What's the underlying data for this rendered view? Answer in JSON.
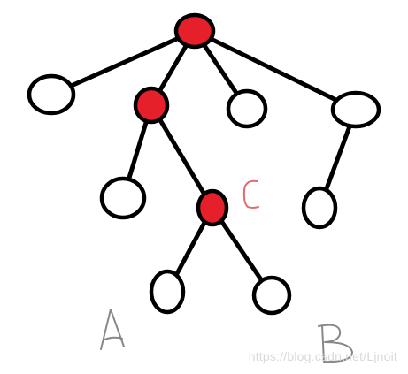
{
  "diagram": {
    "colors": {
      "edge": "#000000",
      "highlight_fill": "#e5202a",
      "plain_fill": "#ffffff",
      "label_c": "#e46a6a",
      "label_ab": "#888888"
    },
    "nodes": [
      {
        "id": "root",
        "highlighted": true
      },
      {
        "id": "left",
        "highlighted": false
      },
      {
        "id": "mid",
        "highlighted": true
      },
      {
        "id": "mid-right",
        "highlighted": false
      },
      {
        "id": "right",
        "highlighted": false
      },
      {
        "id": "mid-left-child",
        "highlighted": false
      },
      {
        "id": "c-node",
        "highlighted": true
      },
      {
        "id": "right-child",
        "highlighted": false
      },
      {
        "id": "c-left-child",
        "highlighted": false
      },
      {
        "id": "c-right-child",
        "highlighted": false
      }
    ],
    "edges": [
      [
        "root",
        "left"
      ],
      [
        "root",
        "mid"
      ],
      [
        "root",
        "mid-right"
      ],
      [
        "root",
        "right"
      ],
      [
        "mid",
        "mid-left-child"
      ],
      [
        "mid",
        "c-node"
      ],
      [
        "right",
        "right-child"
      ],
      [
        "c-node",
        "c-left-child"
      ],
      [
        "c-node",
        "c-right-child"
      ]
    ],
    "labels": {
      "c": "C",
      "a": "A",
      "b": "B"
    }
  },
  "watermark": "https://blog.csdn.net/Ljnoit"
}
